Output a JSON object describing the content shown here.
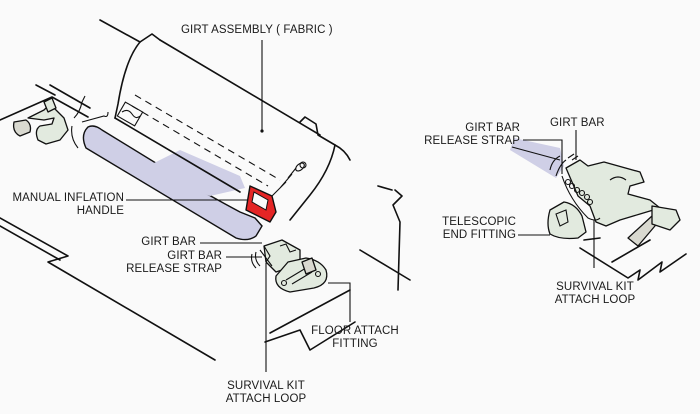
{
  "title": "Girt assembly and girt bar attachment diagram",
  "colors": {
    "line": "#111111",
    "tube_fill": "#cfcfe6",
    "handle_red": "#e42525",
    "fitting_fill": "#e2eadf",
    "background": "#fafafa"
  },
  "left_view": {
    "labels": {
      "girt_assembly": "GIRT ASSEMBLY ( FABRIC )",
      "manual_inflation_handle_line1": "MANUAL INFLATION",
      "manual_inflation_handle_line2": "HANDLE",
      "girt_bar": "GIRT BAR",
      "girt_bar_release_strap_line1": "GIRT BAR",
      "girt_bar_release_strap_line2": "RELEASE STRAP",
      "floor_attach_fitting_line1": "FLOOR ATTACH",
      "floor_attach_fitting_line2": "FITTING",
      "survival_kit_attach_loop_line1": "SURVIVAL KIT",
      "survival_kit_attach_loop_line2": "ATTACH LOOP"
    }
  },
  "right_view": {
    "labels": {
      "girt_bar_release_strap_line1": "GIRT BAR",
      "girt_bar_release_strap_line2": "RELEASE STRAP",
      "girt_bar": "GIRT BAR",
      "telescopic_end_fitting_line1": "TELESCOPIC",
      "telescopic_end_fitting_line2": "END FITTING",
      "survival_kit_attach_loop_line1": "SURVIVAL KIT",
      "survival_kit_attach_loop_line2": "ATTACH LOOP"
    }
  }
}
